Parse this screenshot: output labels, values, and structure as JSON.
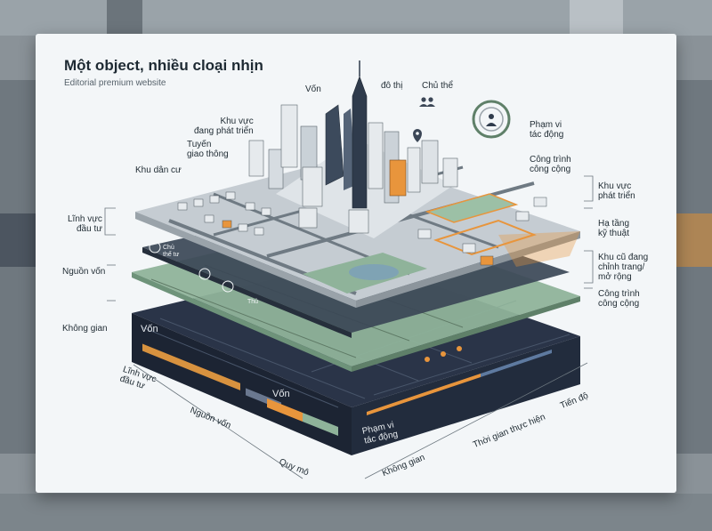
{
  "card": {
    "title": "Một object, nhiều cloại nhịn",
    "subtitle": "Editorial premium website"
  },
  "labels": {
    "von": "Vốn",
    "do_thi": "đô thị",
    "chu_the": "Chủ thể",
    "khu_vuc_dang_phat_trien": "Khu vực\nđang phát triển",
    "tuyen_giao_thong": "Tuyến\ngiao thông",
    "khu_dan_cu": "Khu dân cư",
    "linh_vuc_dau_tu": "Lĩnh vực\nđầu tư",
    "nguon_von": "Nguồn vốn",
    "khong_gian": "Không gian",
    "pham_vi_tac_dong": "Phạm vi\ntác động",
    "cong_trinh_cong_cong_top": "Công trình\ncông cộng",
    "khu_vuc_phat_trien": "Khu vực\nphát triển",
    "ha_tang_ky_thuat": "Hạ tầng\nkỹ thuật",
    "khu_cu_dang_chinh_trang": "Khu cũ đang\nchỉnh trang/\nmở rộng",
    "cong_trinh_cong_cong_bottom": "Công trình\ncông cộng"
  },
  "layer_tags": {
    "chu_the": "Chủ\nthể tư",
    "thu": "Thủ"
  },
  "base_labels": {
    "von_left": "Vốn",
    "von_mid": "Vốn",
    "pham_vi_tac_dong": "Phạm vi\ntác động"
  },
  "axis_labels": {
    "linh_vuc_dau_tu": "Lĩnh vực\nđầu tư",
    "nguon_von": "Nguồn vốn",
    "quy_mo": "Quy mô",
    "khong_gian": "Không gian",
    "thoi_gian_thuc_hien": "Thời gian thực hiện",
    "tien_do": "Tiến độ"
  },
  "colors": {
    "accent_orange": "#e8953c",
    "navy": "#2a3448",
    "green_layer": "#8fb39a",
    "grey_layer": "#c5ccd2",
    "card_bg": "#f3f6f8"
  },
  "icons": [
    "person-group-icon",
    "map-pin-icon",
    "target-icon",
    "currency-icon"
  ]
}
